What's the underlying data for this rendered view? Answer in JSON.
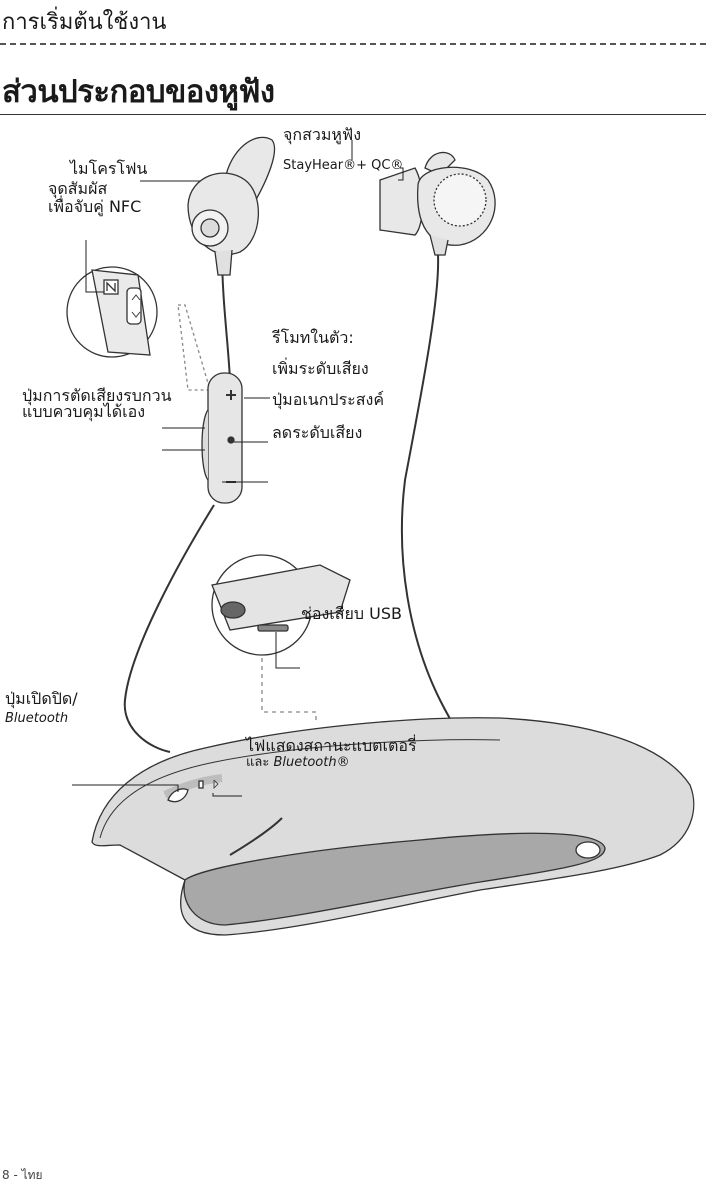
{
  "header": {
    "section": "การเริ่มต้นใช้งาน",
    "title": "ส่วนประกอบของหูฟัง"
  },
  "labels": {
    "ear_tip_line1": "จุกสวมหูฟัง",
    "ear_tip_line2": "StayHear®+  QC®",
    "microphone": "ไมโครโฟน",
    "nfc_line1": "จุดสัมผัส",
    "nfc_line2": "เพื่อจับคู่ NFC",
    "remote_title": "รีโมทในตัว:",
    "volume_up": "เพิ่มระดับเสียง",
    "multi_function": "ปุ่มอเนกประสงค์",
    "volume_down": "ลดระดับเสียง",
    "noise_line1": "ปุ่มการตัดเสียงรบกวน",
    "noise_line2": "แบบควบคุมได้เอง",
    "usb_port": "ช่องเสียบ USB",
    "power_line1": "ปุ่มเปิดปิด/",
    "power_line2": "Bluetooth",
    "battery_line1": "ไฟแสดงสถานะแบตเตอรี่",
    "battery_line2_prefix": "และ ",
    "battery_line2_bt": "Bluetooth®"
  },
  "footer": {
    "page": "8 - ไทย"
  },
  "colors": {
    "line": "#333333",
    "body_fill": "#d9d9d9",
    "panel_fill": "#a6a6a6",
    "light_fill": "#ececec"
  }
}
